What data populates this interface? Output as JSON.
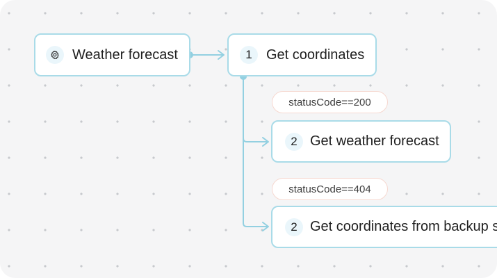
{
  "canvas": {
    "background": "#f5f5f6",
    "dot_color": "#c7c9cd"
  },
  "colors": {
    "node_border": "#a9dbe8",
    "connector": "#93d0e1",
    "condition_border": "#f6d8d0"
  },
  "trigger": {
    "icon": "gear-icon",
    "label": "Weather forecast"
  },
  "steps": [
    {
      "number": "1",
      "label": "Get coordinates"
    },
    {
      "number": "2",
      "label": "Get weather forecast"
    },
    {
      "number": "2",
      "label": "Get coordinates from backup s"
    }
  ],
  "conditions": [
    {
      "label": "statusCode==200"
    },
    {
      "label": "statusCode==404"
    }
  ]
}
